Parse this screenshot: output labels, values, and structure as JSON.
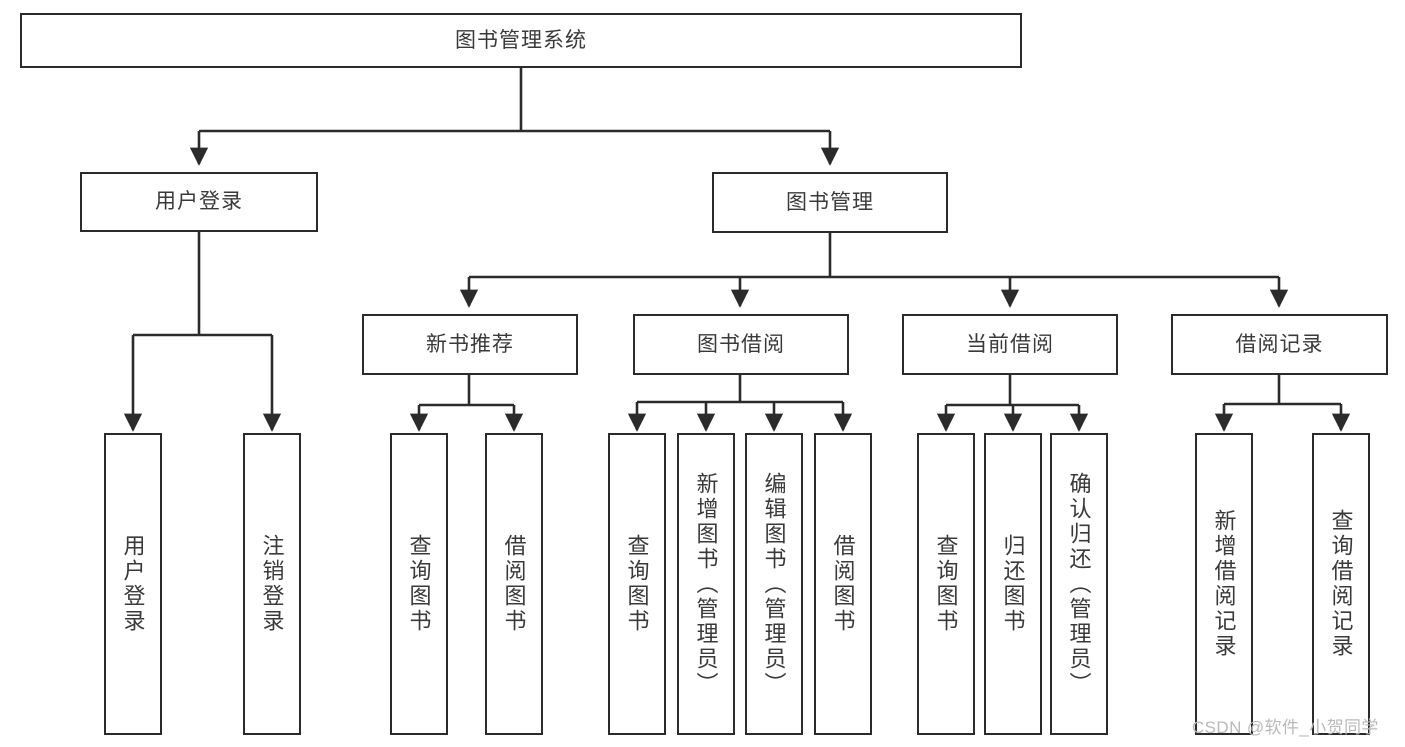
{
  "diagram": {
    "title": "图书管理系统",
    "type": "hierarchy-tree",
    "root": {
      "label": "图书管理系统"
    },
    "level2": [
      {
        "label": "用户登录"
      },
      {
        "label": "图书管理"
      }
    ],
    "level3": [
      {
        "label": "新书推荐"
      },
      {
        "label": "图书借阅"
      },
      {
        "label": "当前借阅"
      },
      {
        "label": "借阅记录"
      }
    ],
    "leaves": {
      "user_login": [
        {
          "label": "用户登录"
        },
        {
          "label": "注销登录"
        }
      ],
      "new_book_recommend": [
        {
          "label": "查询图书"
        },
        {
          "label": "借阅图书"
        }
      ],
      "book_borrow": [
        {
          "label": "查询图书"
        },
        {
          "label": "新增图书（管理员）"
        },
        {
          "label": "编辑图书（管理员）"
        },
        {
          "label": "借阅图书"
        }
      ],
      "current_borrow": [
        {
          "label": "查询图书"
        },
        {
          "label": "归还图书"
        },
        {
          "label": "确认归还（管理员）"
        }
      ],
      "borrow_record": [
        {
          "label": "新增借阅记录"
        },
        {
          "label": "查询借阅记录"
        }
      ]
    }
  },
  "watermark": {
    "text": "CSDN @软件_小贺同学"
  },
  "colors": {
    "border": "#2b2b2b",
    "text": "#3a3a3a",
    "background": "#ffffff",
    "watermark": "#b9b9b9"
  }
}
